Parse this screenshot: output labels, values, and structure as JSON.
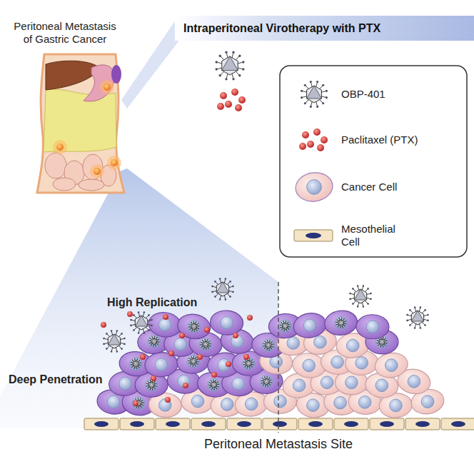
{
  "diagram": {
    "nodes": [
      {
        "text": [
          "Intraperitoneal Virotherapy with PTX"
        ]
      }
    ],
    "labels": [
      "Peritoneal Metastasis of Gastric Cancer",
      "High Replication",
      "Deep Penetration",
      "Peritoneal Metastasis Site"
    ],
    "legend": [
      {
        "text": "OBP-401"
      },
      {
        "text": "Paclitaxel (PTX)"
      },
      {
        "text": "Cancer Cell"
      },
      {
        "text": "Mesothelial Cell"
      }
    ]
  }
}
